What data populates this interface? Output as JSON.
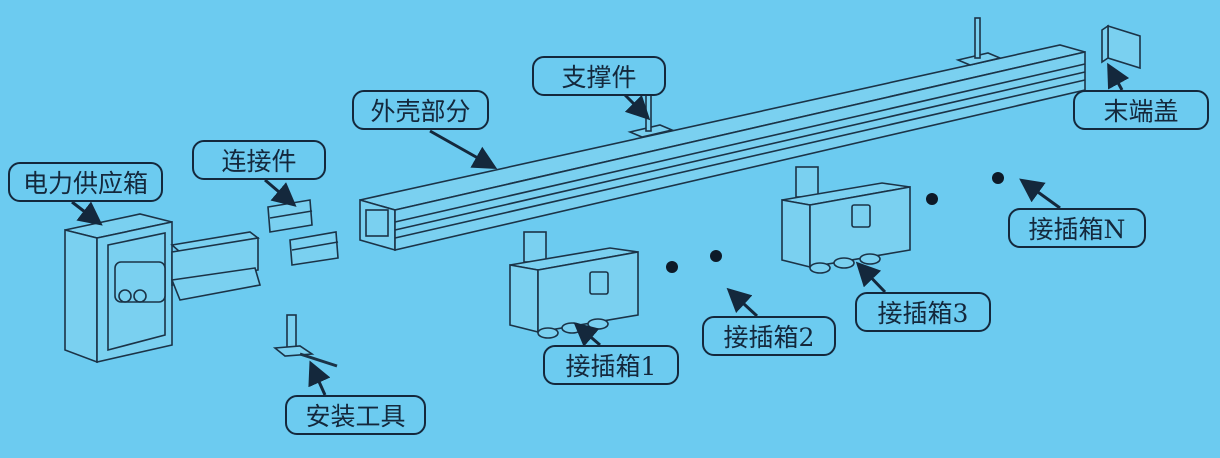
{
  "labels": {
    "power_box": "电力供应箱",
    "connector": "连接件",
    "housing": "外壳部分",
    "support": "支撑件",
    "end_cap": "末端盖",
    "plug_box_n": "接插箱N",
    "plug_box_3": "接插箱3",
    "plug_box_2": "接插箱2",
    "plug_box_1": "接插箱1",
    "install_tool": "安装工具"
  },
  "colors": {
    "background": "#6ccbf0",
    "line": "#14283c"
  }
}
